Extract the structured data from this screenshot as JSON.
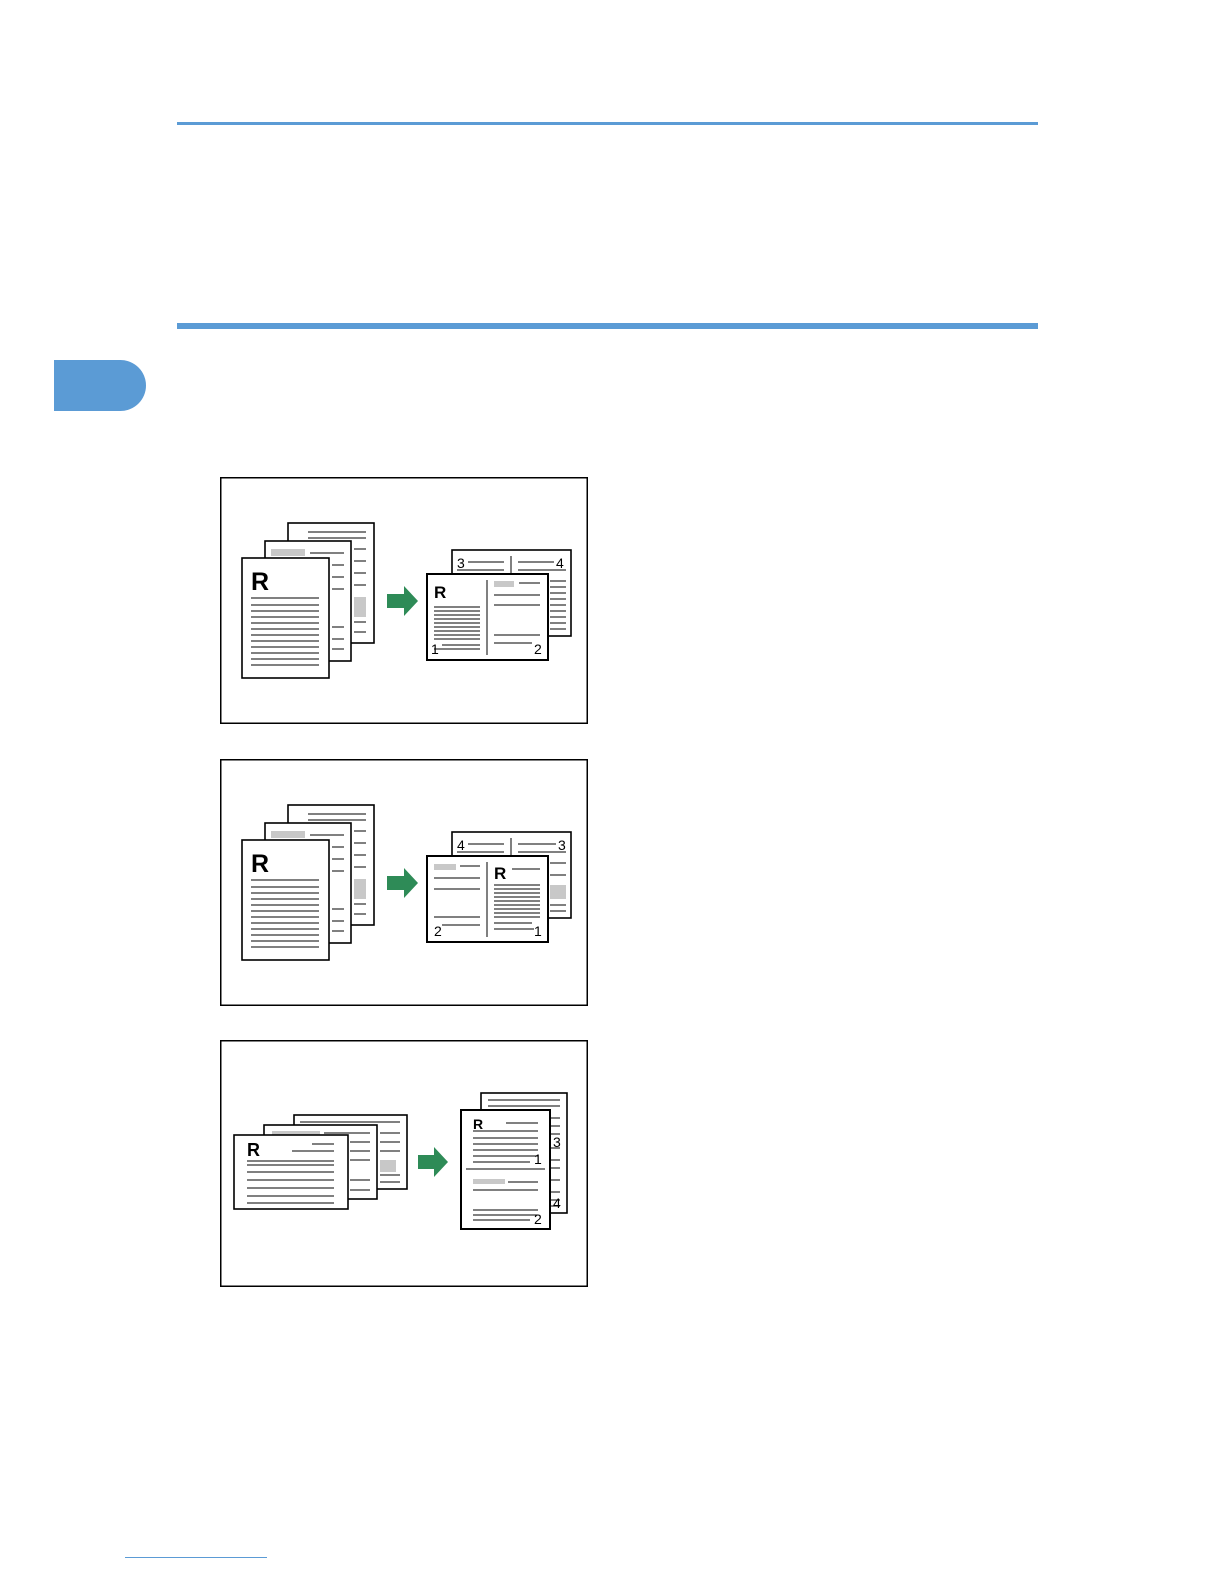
{
  "figures": [
    {
      "name": "booklet-left-open",
      "output_page_numbers": [
        "1",
        "2",
        "3",
        "4"
      ],
      "original_letter": "R",
      "output_letter": "R"
    },
    {
      "name": "booklet-right-open",
      "output_page_numbers": [
        "1",
        "2",
        "3",
        "4"
      ],
      "original_letter": "R",
      "output_letter": "R"
    },
    {
      "name": "booklet-top-open",
      "output_page_numbers": [
        "1",
        "2",
        "3",
        "4"
      ],
      "original_letter": "R",
      "output_letter": "R"
    }
  ],
  "colors": {
    "accent": "#5b9bd5",
    "arrow": "#2e8b57",
    "shade": "#c8c8c8"
  }
}
